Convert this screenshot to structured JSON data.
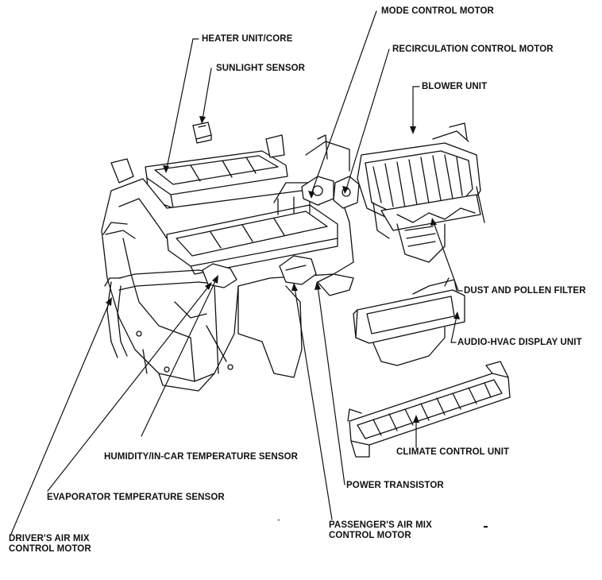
{
  "labels": {
    "mode_control_motor": "MODE CONTROL MOTOR",
    "heater_unit_core": "HEATER UNIT/CORE",
    "recirculation_control_motor": "RECIRCULATION CONTROL MOTOR",
    "sunlight_sensor": "SUNLIGHT SENSOR",
    "blower_unit": "BLOWER UNIT",
    "dust_and_pollen_filter": "DUST AND POLLEN FILTER",
    "audio_hvac_display_unit": "AUDIO-HVAC DISPLAY UNIT",
    "climate_control_unit": "CLIMATE CONTROL UNIT",
    "humidity_in_car_temperature_sensor": "HUMIDITY/IN-CAR TEMPERATURE SENSOR",
    "power_transistor": "POWER TRANSISTOR",
    "evaporator_temperature_sensor": "EVAPORATOR TEMPERATURE SENSOR",
    "drivers_air_mix_line1": "DRIVER'S AIR MIX",
    "drivers_air_mix_line2": "CONTROL MOTOR",
    "passengers_air_mix_line1": "PASSENGER'S AIR MIX",
    "passengers_air_mix_line2": "CONTROL MOTOR"
  },
  "colors": {
    "ink": "#111111",
    "background": "#ffffff"
  }
}
